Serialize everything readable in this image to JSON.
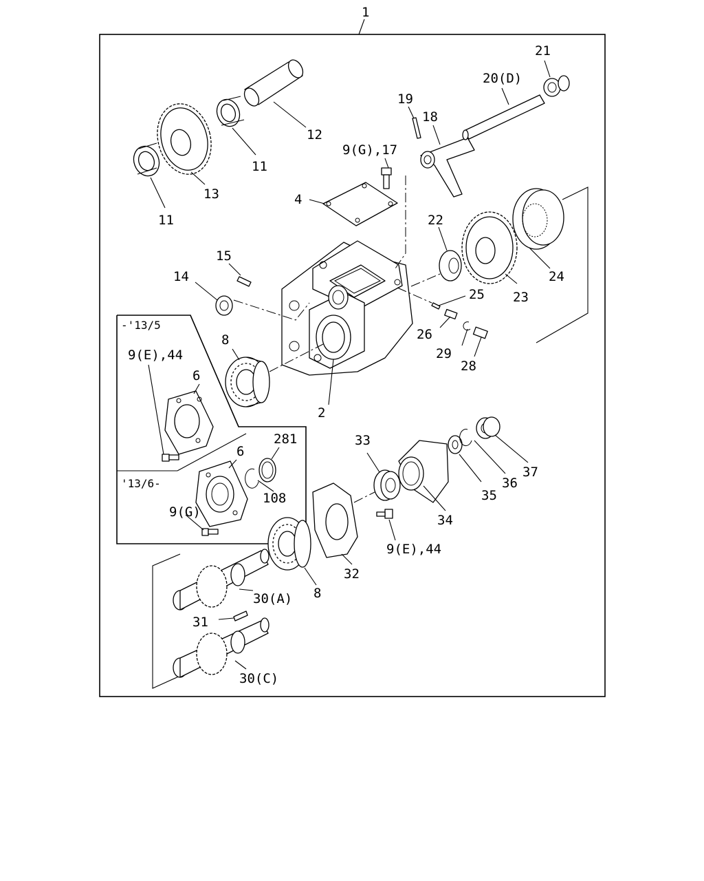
{
  "labels": {
    "l1": "1",
    "l2": "2",
    "l4": "4",
    "l6a": "6",
    "l6b": "6",
    "l8a": "8",
    "l8b": "8",
    "l9g17": "9(G),17",
    "l9e44a": "9(E),44",
    "l9g": "9(G)",
    "l9e44b": "9(E),44",
    "l11a": "11",
    "l11b": "11",
    "l12": "12",
    "l13": "13",
    "l14": "14",
    "l15": "15",
    "l18": "18",
    "l19": "19",
    "l20d": "20(D)",
    "l21": "21",
    "l22": "22",
    "l23": "23",
    "l24": "24",
    "l25": "25",
    "l26": "26",
    "l28": "28",
    "l29": "29",
    "l281": "281",
    "l108": "108",
    "l30a": "30(A)",
    "l30c": "30(C)",
    "l31": "31",
    "l32": "32",
    "l33": "33",
    "l34": "34",
    "l35": "35",
    "l36": "36",
    "l37": "37"
  },
  "variants": {
    "upto": "-'13/5",
    "from": "'13/6-"
  }
}
